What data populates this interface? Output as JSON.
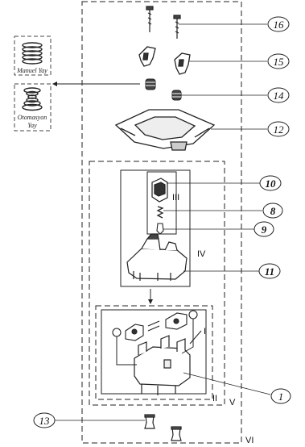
{
  "callouts": {
    "c16": "16",
    "c15": "15",
    "c14": "14",
    "c12": "12",
    "c10": "10",
    "c8": "8",
    "c9": "9",
    "c11": "11",
    "c1": "1",
    "c13": "13"
  },
  "zones": {
    "z3": "III",
    "z4": "IV",
    "z1": "I",
    "z2": "II",
    "z5": "V",
    "z6": "VI"
  },
  "side_boxes": {
    "manual_line1": "Manuel Yay",
    "auto_line1": "Otomasyon",
    "auto_line2": "Yay"
  }
}
